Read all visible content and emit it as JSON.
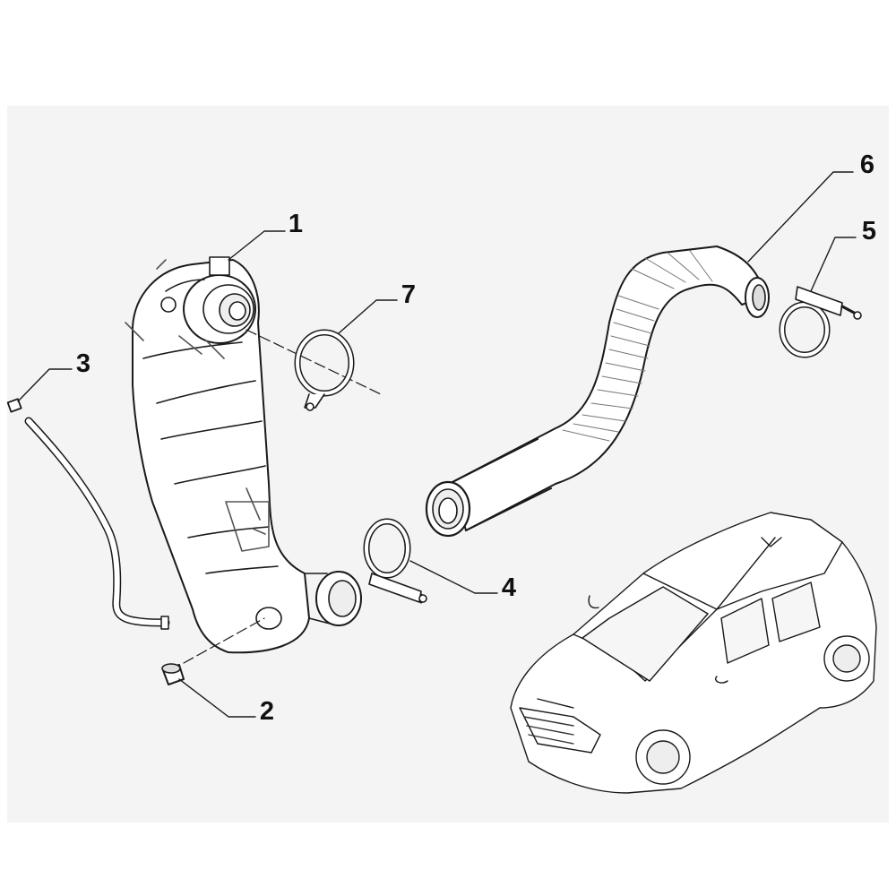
{
  "diagram": {
    "callouts": [
      {
        "id": "1",
        "label": "1"
      },
      {
        "id": "2",
        "label": "2"
      },
      {
        "id": "3",
        "label": "3"
      },
      {
        "id": "4",
        "label": "4"
      },
      {
        "id": "5",
        "label": "5"
      },
      {
        "id": "6",
        "label": "6"
      },
      {
        "id": "7",
        "label": "7"
      }
    ],
    "colors": {
      "background": "#ffffff",
      "panel": "#f4f4f4",
      "line": "#1a1a1a",
      "part_fill": "#ffffff",
      "shade": "#9a9a9a"
    },
    "icons": [
      "diesel-particulate-filter",
      "plug",
      "hose",
      "clamp",
      "exhaust-pipe",
      "gasket",
      "vehicle-silhouette"
    ]
  }
}
